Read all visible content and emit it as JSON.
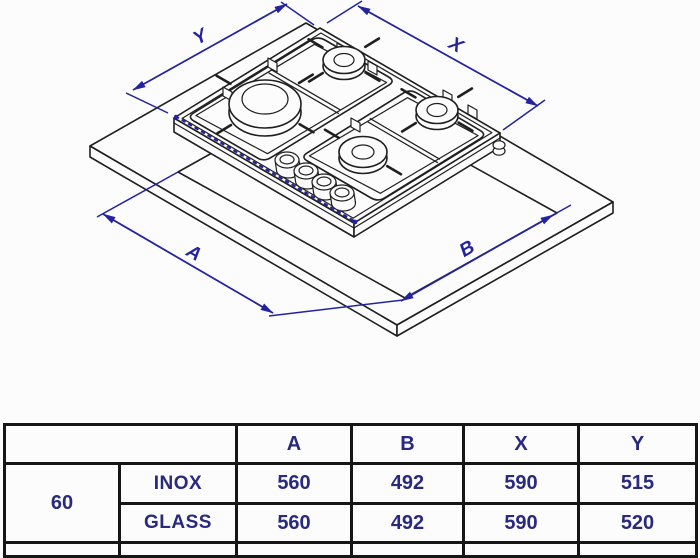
{
  "diagram": {
    "dim_labels": {
      "y": "Y",
      "x": "X",
      "a": "A",
      "b": "B"
    },
    "colors": {
      "dimension_blue": "#2323a1",
      "drawing_black": "#1f1f1f",
      "table_text_navy": "#29297f"
    }
  },
  "table": {
    "col_headers": [
      "A",
      "B",
      "X",
      "Y"
    ],
    "width_label": "60",
    "rows": [
      {
        "finish": "INOX",
        "a": "560",
        "b": "492",
        "x": "590",
        "y": "515"
      },
      {
        "finish": "GLASS",
        "a": "560",
        "b": "492",
        "x": "590",
        "y": "520"
      }
    ]
  }
}
